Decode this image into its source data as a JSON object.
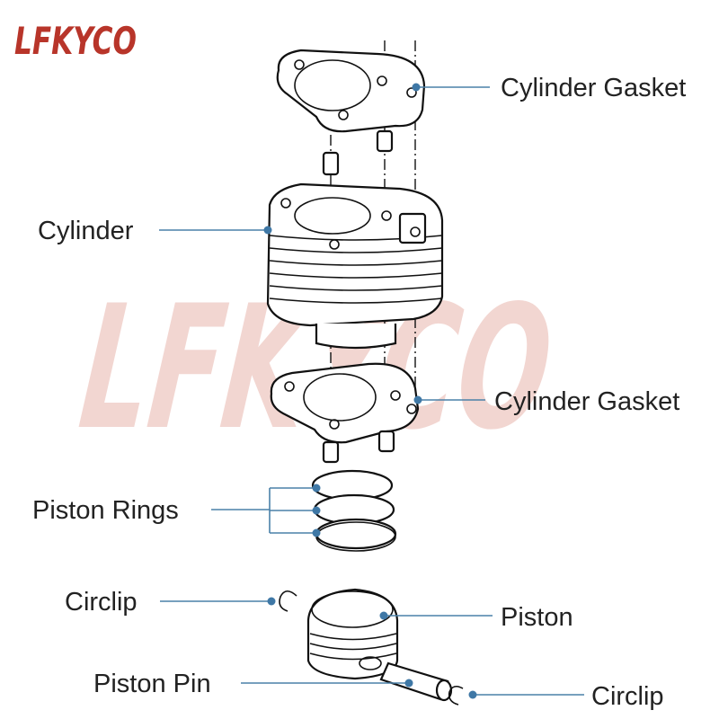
{
  "logo": {
    "text": "LFKYCO",
    "color": "#b8352a"
  },
  "watermark": {
    "text": "LFKYCO",
    "color": "#e9b5ad"
  },
  "leader_color": "#4a80a8",
  "labels": {
    "cylinder_gasket_top": "Cylinder Gasket",
    "cylinder": "Cylinder",
    "cylinder_gasket_bottom": "Cylinder Gasket",
    "piston_rings": "Piston Rings",
    "circlip_left": "Circlip",
    "piston": "Piston",
    "piston_pin": "Piston Pin",
    "circlip_right": "Circlip"
  }
}
